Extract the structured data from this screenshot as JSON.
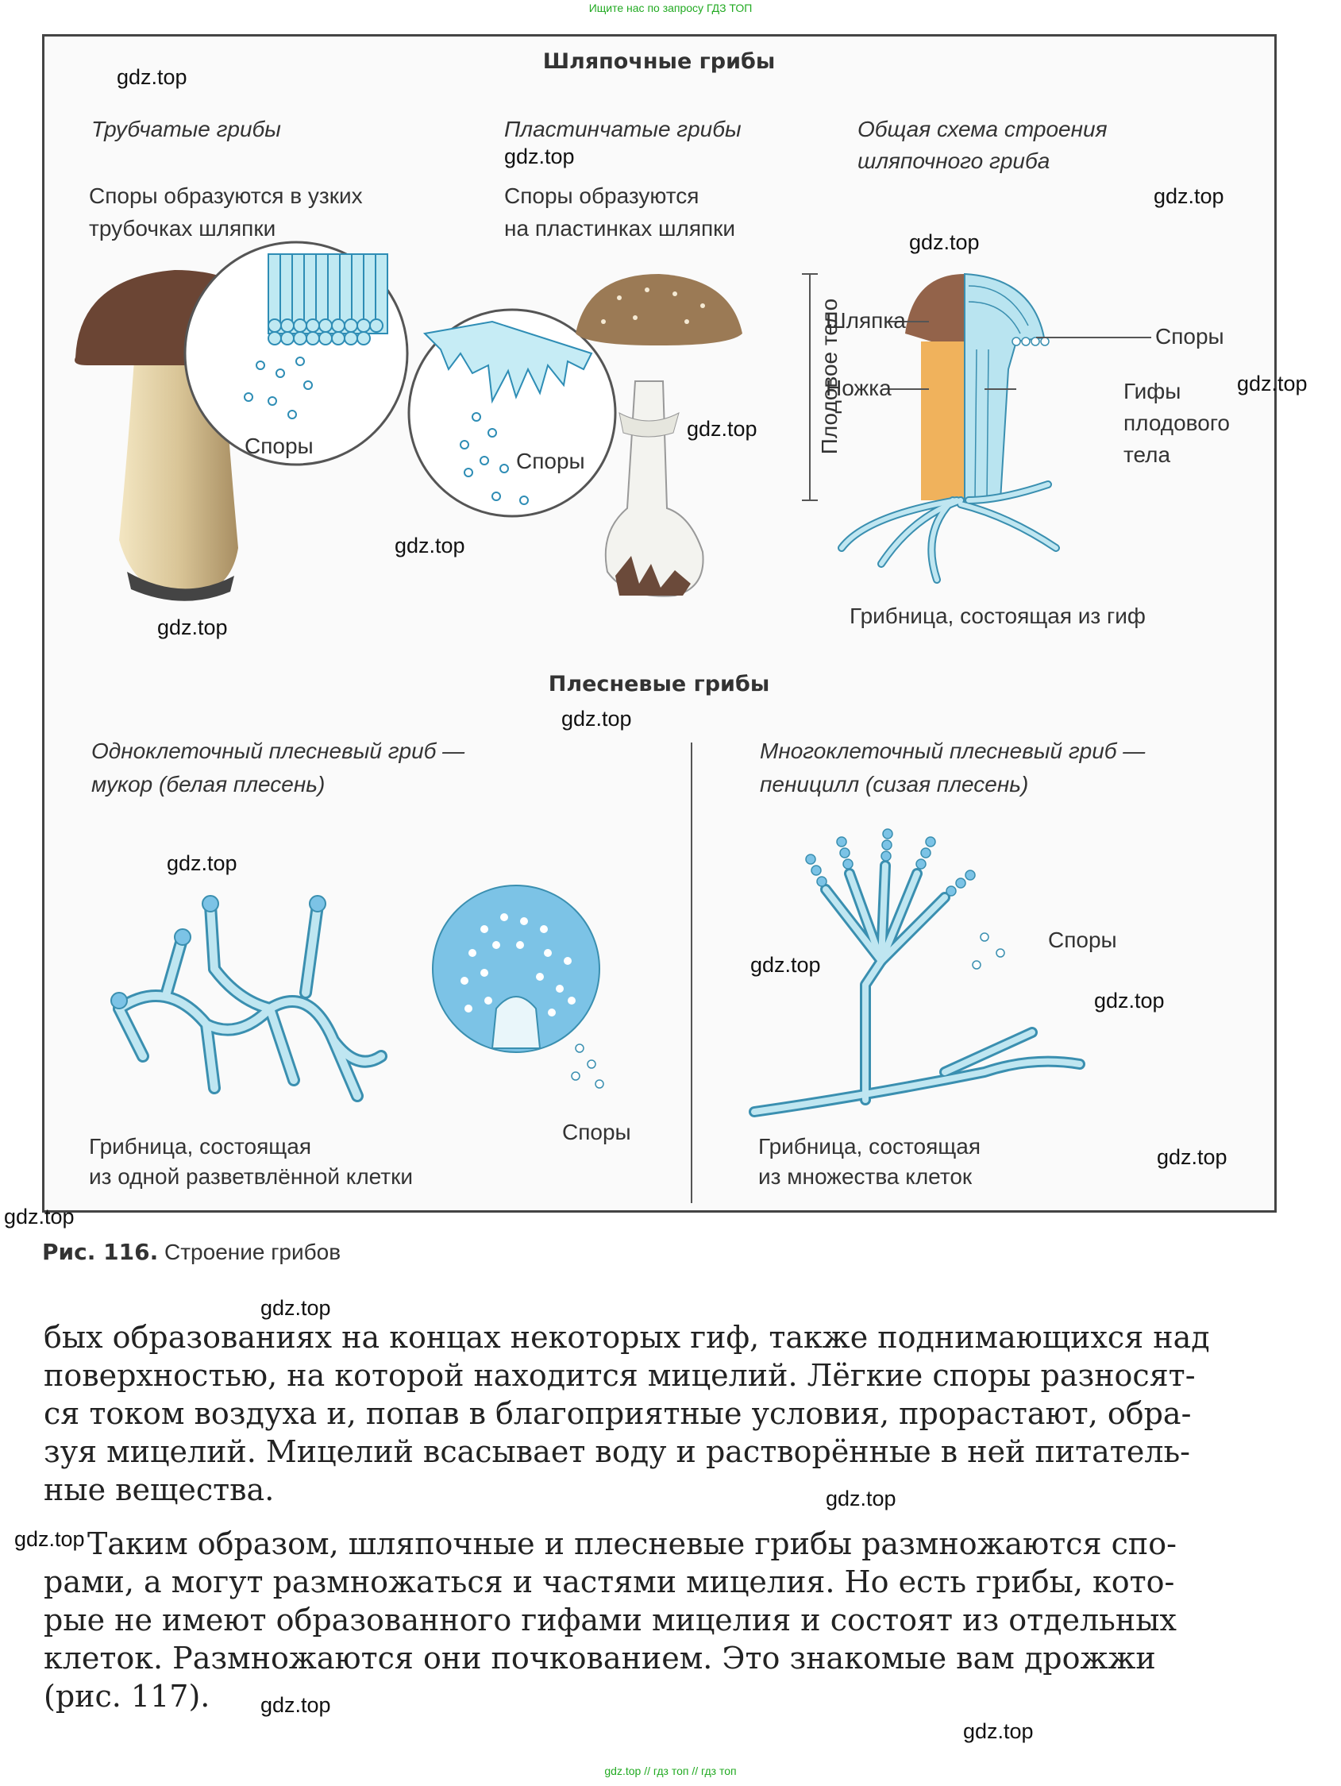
{
  "header_note": "Ищите нас по запросу ГДЗ ТОП",
  "footer_note": "gdz.top // гдз топ // гдз топ",
  "watermark": "gdz.top",
  "figure": {
    "cap_fungi_title": "Шляпочные грибы",
    "tubular": {
      "title": "Трубчатые грибы",
      "desc_line1": "Споры образуются в узких",
      "desc_line2": "трубочках шляпки",
      "spores_label": "Споры"
    },
    "lamellar": {
      "title": "Пластинчатые грибы",
      "desc_line1": "Споры образуются",
      "desc_line2": "на пластинках шляпки",
      "spores_label": "Споры"
    },
    "scheme": {
      "title_line1": "Общая схема строения",
      "title_line2": "шляпочного гриба",
      "cap_label": "Шляпка",
      "stem_label": "Ножка",
      "spores_label": "Споры",
      "hyphae_line1": "Гифы",
      "hyphae_line2": "плодового",
      "hyphae_line3": "тела",
      "fruit_body_label": "Плодовое тело",
      "mycelium_label": "Грибница, состоящая из гиф"
    },
    "mold_title": "Плесневые грибы",
    "mucor": {
      "title_line1": "Одноклеточный плесневый гриб —",
      "title_line2": "мукор (белая плесень)",
      "spores_label": "Споры",
      "desc_line1": "Грибница, состоящая",
      "desc_line2": "из одной разветвлённой клетки"
    },
    "penicillium": {
      "title_line1": "Многоклеточный плесневый гриб —",
      "title_line2": "пеницилл (сизая плесень)",
      "spores_label": "Споры",
      "desc_line1": "Грибница, состоящая",
      "desc_line2": "из множества клеток"
    },
    "caption_num": "Рис. 116.",
    "caption_text": "Строение грибов"
  },
  "body": {
    "p1": [
      "бых образованиях на концах некоторых гиф, также поднимающихся над",
      "поверхностью, на которой находится мицелий. Лёгкие споры разносят-",
      "ся током воздуха и, попав в благоприятные условия, прорастают, обра-",
      "зуя мицелий. Мицелий всасывает воду и растворённые в ней питатель-",
      "ные вещества."
    ],
    "p2": [
      "Таким образом, шляпочные и плесневые грибы размножаются спо-",
      "рами, а могут размножаться и частями мицелия. Но есть грибы, кото-",
      "рые не имеют образованного гифами мицелия и состоят из отдельных",
      "клеток. Размножаются они почкованием. Это знакомые вам дрожжи",
      "(рис. 117)."
    ]
  },
  "colors": {
    "hypha_blue": "#a9dce9",
    "hypha_stroke": "#3a8fb0",
    "cap_brown": "#8a5a44",
    "stem_orange": "#f0b25c",
    "spore_sphere": "#7cc3e6"
  }
}
